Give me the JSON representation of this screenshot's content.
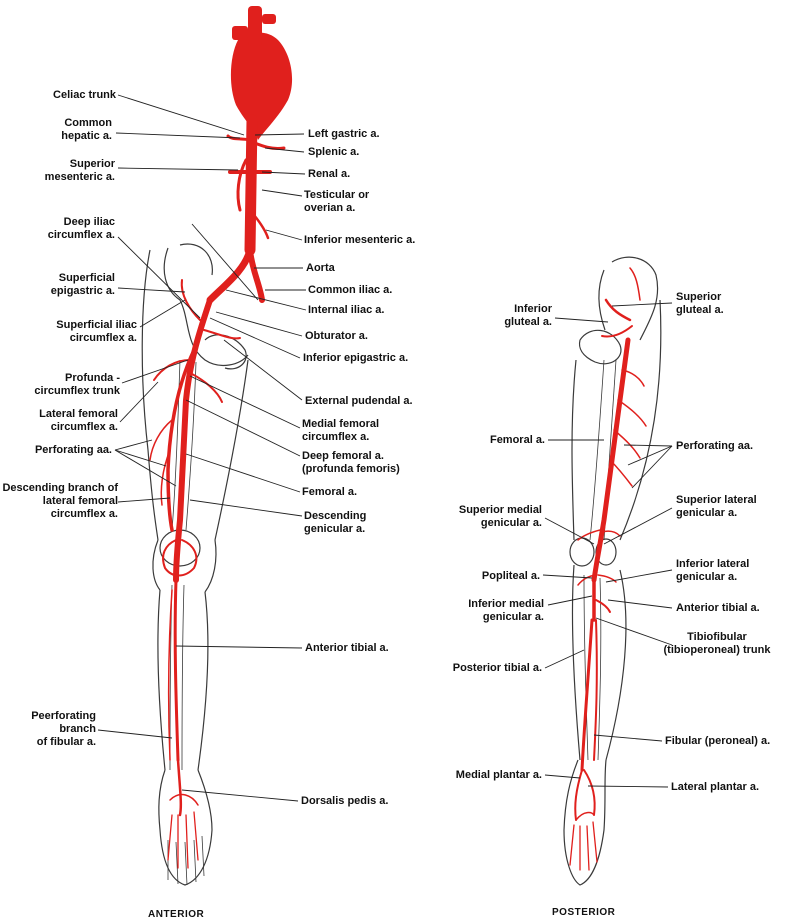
{
  "colors": {
    "artery": "#e0201d",
    "outline": "#3a3a3a",
    "leader": "#222222",
    "text": "#111111"
  },
  "anterior": {
    "view_label": "ANTERIOR",
    "labels": {
      "celiac_trunk": "Celiac trunk",
      "common_hepatic": "Common\nhepatic a.",
      "superior_mesenteric": "Superior\nmesenteric a.",
      "deep_iliac_circumflex": "Deep iliac\ncircumflex a.",
      "superficial_epigastric": "Superficial\nepigastric a.",
      "superficial_iliac_circumflex": "Superficial iliac\ncircumflex a.",
      "profunda_circumflex_trunk": "Profunda -\ncircumflex trunk",
      "lateral_femoral_circumflex": "Lateral femoral\ncircumflex a.",
      "perforating_aa": "Perforating aa.",
      "descending_branch_lateral": "Descending branch of\nlateral femoral\ncircumflex a.",
      "perforating_branch_fibular": "Peerforating branch\nof fibular a.",
      "left_gastric": "Left gastric a.",
      "splenic": "Splenic a.",
      "renal": "Renal a.",
      "testicular": "Testicular or\noverian a.",
      "inferior_mesenteric": "Inferior mesenteric a.",
      "aorta": "Aorta",
      "common_iliac": "Common iliac a.",
      "internal_iliac": "Internal iliac a.",
      "obturator": "Obturator a.",
      "inferior_epigastric": "Inferior epigastric a.",
      "external_pudendal": "External pudendal a.",
      "medial_femoral_circumflex": "Medial femoral\ncircumflex a.",
      "deep_femoral": "Deep femoral a.\n(profunda femoris)",
      "femoral": "Femoral a.",
      "descending_genicular": "Descending\ngenicular a.",
      "anterior_tibial": "Anterior tibial a.",
      "dorsalis_pedis": "Dorsalis pedis a."
    }
  },
  "posterior": {
    "view_label": "POSTERIOR",
    "labels": {
      "inferior_gluteal": "Inferior\ngluteal a.",
      "superior_gluteal": "Superior\ngluteal a.",
      "femoral": "Femoral a.",
      "perforating_aa": "Perforating aa.",
      "superior_medial_genicular": "Superior medial\ngenicular a.",
      "superior_lateral_genicular": "Superior lateral\ngenicular  a.",
      "popliteal": "Popliteal a.",
      "inferior_lateral_genicular": "Inferior lateral\ngenicular a.",
      "inferior_medial_genicular": "Inferior medial\ngenicular a.",
      "anterior_tibial": "Anterior tibial a.",
      "tibiofibular_trunk": "Tibiofibular\n(tibioperoneal) trunk",
      "posterior_tibial": "Posterior tibial a.",
      "fibular": "Fibular (peroneal) a.",
      "medial_plantar": "Medial plantar a.",
      "lateral_plantar": "Lateral plantar a."
    }
  }
}
